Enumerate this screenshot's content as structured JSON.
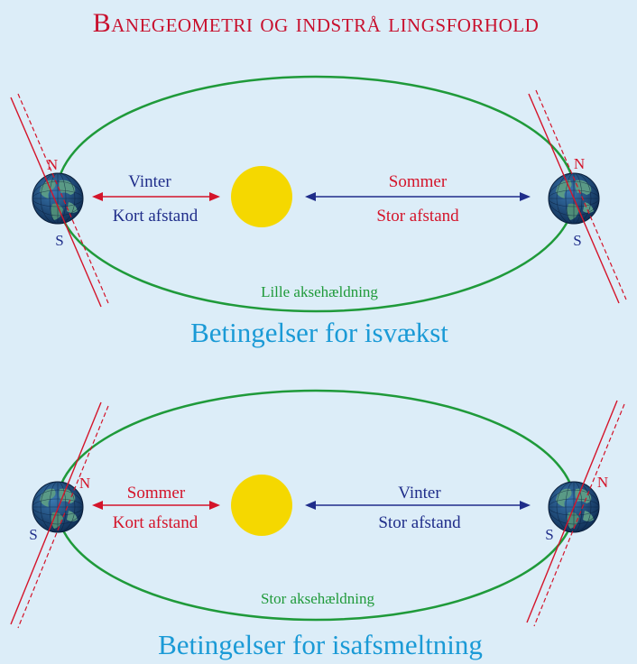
{
  "title": "Banegeometri og indstrå lingsforhold",
  "colors": {
    "background": "#dcedf8",
    "title": "#c8102e",
    "caption": "#1a9ad6",
    "orbit": "#1f9a3a",
    "sun": "#f5d800",
    "red": "#d4142a",
    "blue": "#1f2d8a",
    "earth_ocean": "#1c4a7a",
    "earth_land": "#4a8a7a"
  },
  "panels": [
    {
      "left_earth": {
        "north": "N",
        "south": "S"
      },
      "right_earth": {
        "north": "N",
        "south": "S"
      },
      "left_label_top": "Vinter",
      "left_label_bottom": "Kort afstand",
      "right_label_top": "Sommer",
      "right_label_bottom": "Stor afstand",
      "orbit_label": "Lille aksehældning",
      "caption": "Betingelser for isvækst"
    },
    {
      "left_earth": {
        "north": "N",
        "south": "S"
      },
      "right_earth": {
        "north": "N",
        "south": "S"
      },
      "left_label_top": "Sommer",
      "left_label_bottom": "Kort afstand",
      "right_label_top": "Vinter",
      "right_label_bottom": "Stor afstand",
      "orbit_label": "Stor aksehældning",
      "caption": "Betingelser for isafsmeltning"
    }
  ]
}
